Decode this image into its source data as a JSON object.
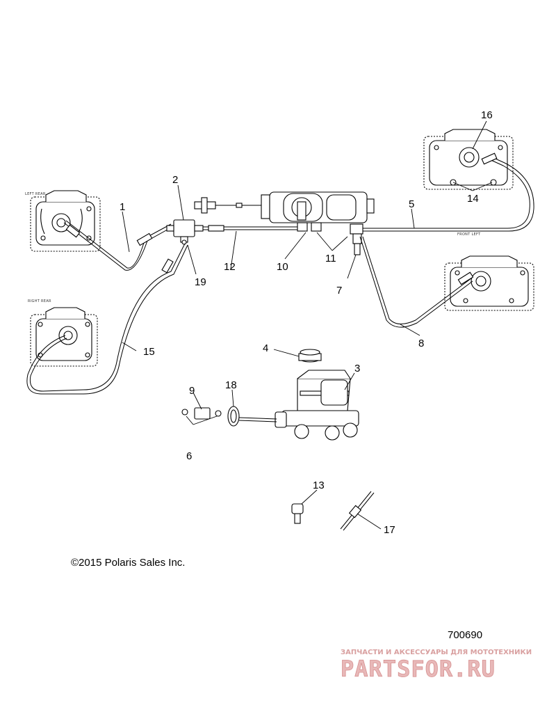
{
  "labels": {
    "left_rear": "LEFT REAR",
    "right_rear": "RIGHT REAR",
    "front_left": "FRONT LEFT"
  },
  "callouts": [
    "1",
    "2",
    "3",
    "4",
    "5",
    "6",
    "7",
    "8",
    "9",
    "10",
    "11",
    "12",
    "13",
    "14",
    "15",
    "16",
    "17",
    "18",
    "19"
  ],
  "copyright": "©2015 Polaris Sales Inc.",
  "part_number": "700690",
  "watermark": {
    "tagline": "ЗАПЧАСТИ И АКСЕССУАРЫ ДЛЯ МОТОТЕХНИКИ",
    "brand": "PARTSFOR.RU"
  }
}
